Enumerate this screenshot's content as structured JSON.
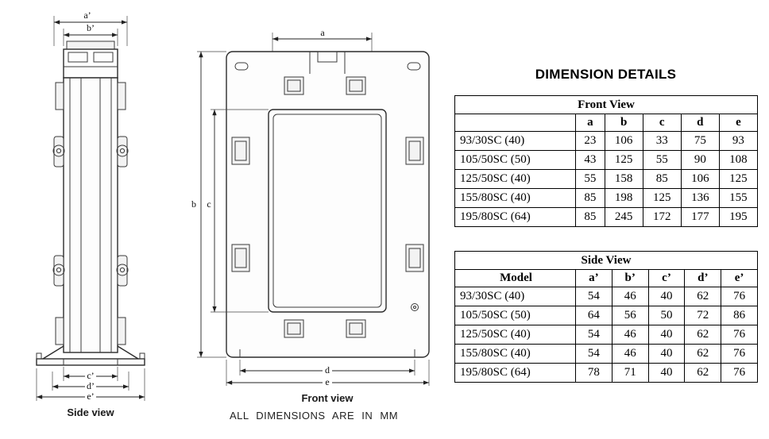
{
  "title": "DIMENSION DETAILS",
  "footer_note": "ALL DIMENSIONS ARE IN MM",
  "side_view": {
    "caption": "Side view",
    "dims": {
      "a": "a’",
      "b": "b’",
      "c": "c’",
      "d": "d’",
      "e": "e’"
    }
  },
  "front_view": {
    "caption": "Front view",
    "dims": {
      "a": "a",
      "b": "b",
      "c": "c",
      "d": "d",
      "e": "e"
    }
  },
  "tables": {
    "front": {
      "title": "Front View",
      "columns": [
        "",
        "a",
        "b",
        "c",
        "d",
        "e"
      ],
      "rows": [
        [
          "93/30SC (40)",
          "23",
          "106",
          "33",
          "75",
          "93"
        ],
        [
          "105/50SC (50)",
          "43",
          "125",
          "55",
          "90",
          "108"
        ],
        [
          "125/50SC (40)",
          "55",
          "158",
          "85",
          "106",
          "125"
        ],
        [
          "155/80SC (40)",
          "85",
          "198",
          "125",
          "136",
          "155"
        ],
        [
          "195/80SC (64)",
          "85",
          "245",
          "172",
          "177",
          "195"
        ]
      ]
    },
    "side": {
      "title": "Side View",
      "columns": [
        "Model",
        "a’",
        "b’",
        "c’",
        "d’",
        "e’"
      ],
      "rows": [
        [
          "93/30SC (40)",
          "54",
          "46",
          "40",
          "62",
          "76"
        ],
        [
          "105/50SC (50)",
          "64",
          "56",
          "50",
          "72",
          "86"
        ],
        [
          "125/50SC (40)",
          "54",
          "46",
          "40",
          "62",
          "76"
        ],
        [
          "155/80SC (40)",
          "54",
          "46",
          "40",
          "62",
          "76"
        ],
        [
          "195/80SC (64)",
          "78",
          "71",
          "40",
          "62",
          "76"
        ]
      ]
    }
  }
}
